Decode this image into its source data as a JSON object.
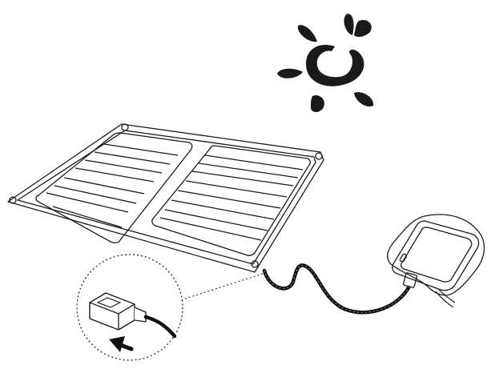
{
  "illustration": {
    "sun_icon": "sun-icon",
    "panel_icon": "solar-panel",
    "phone_icon": "smartphone",
    "cable_icon": "usb-cable",
    "zoom_icon": "usb-connector-detail",
    "arrow_icon": "plug-in-arrow"
  },
  "colors": {
    "line": "#1a1a1a",
    "background": "#ffffff",
    "cable": "#111111"
  }
}
